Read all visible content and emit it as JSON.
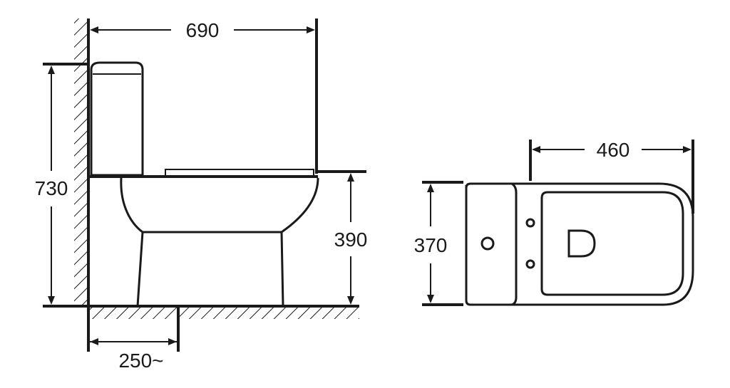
{
  "dimensions": {
    "overall_length": "690",
    "overall_height": "730",
    "seat_height": "390",
    "rough_in": "250~",
    "width": "460",
    "tank_depth": "370"
  }
}
